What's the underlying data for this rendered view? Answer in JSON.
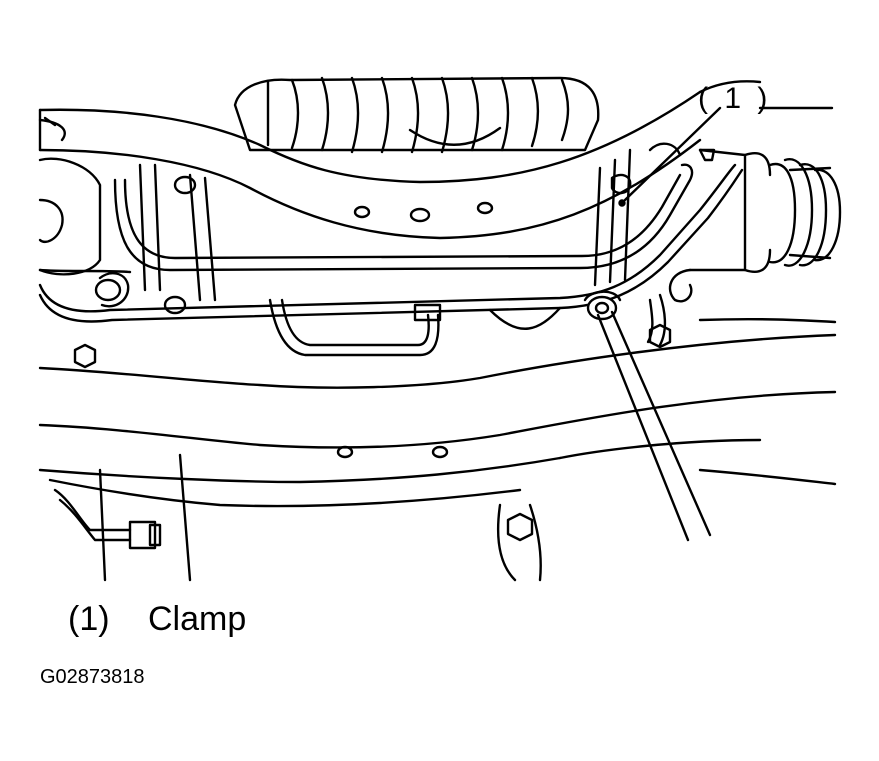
{
  "callout": {
    "label": "( 1 )"
  },
  "legend": {
    "items": [
      {
        "number": "(1)",
        "text": "Clamp"
      }
    ]
  },
  "figure": {
    "id": "G02873818"
  },
  "colors": {
    "ink": "#000000",
    "paper": "#ffffff"
  }
}
